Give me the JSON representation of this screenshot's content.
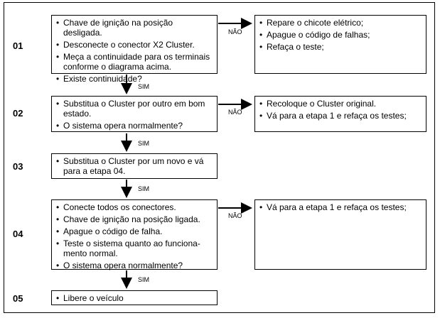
{
  "connectors": {
    "yes": "SIM",
    "no": "NÃO"
  },
  "steps": [
    {
      "number": "01",
      "items": [
        "Chave de ignição na posição desligada.",
        "Desconecte o conector X2 Cluster.",
        "Meça a continuidade para os terminais conforme o diagrama acima.",
        "Existe continuidade?"
      ],
      "no_items": [
        "Repare o chicote elétrico;",
        "Apague o código de falhas;",
        "Refaça o teste;"
      ]
    },
    {
      "number": "02",
      "items": [
        "Substitua o Cluster por outro em bom estado.",
        "O sistema opera normalmente?"
      ],
      "no_items": [
        "Recoloque o Cluster original.",
        "Vá para a etapa 1 e refaça os testes;"
      ]
    },
    {
      "number": "03",
      "items": [
        "Substitua o Cluster por um novo e vá para a etapa 04."
      ]
    },
    {
      "number": "04",
      "items": [
        "Conecte todos os conectores.",
        "Chave de ignição na posição ligada.",
        "Apague o código de falha.",
        "Teste o sistema quanto ao funciona-mento normal.",
        "O sistema opera normalmente?"
      ],
      "no_items": [
        "Vá para a etapa 1 e refaça os testes;"
      ]
    },
    {
      "number": "05",
      "items": [
        "Libere o veículo"
      ]
    }
  ]
}
